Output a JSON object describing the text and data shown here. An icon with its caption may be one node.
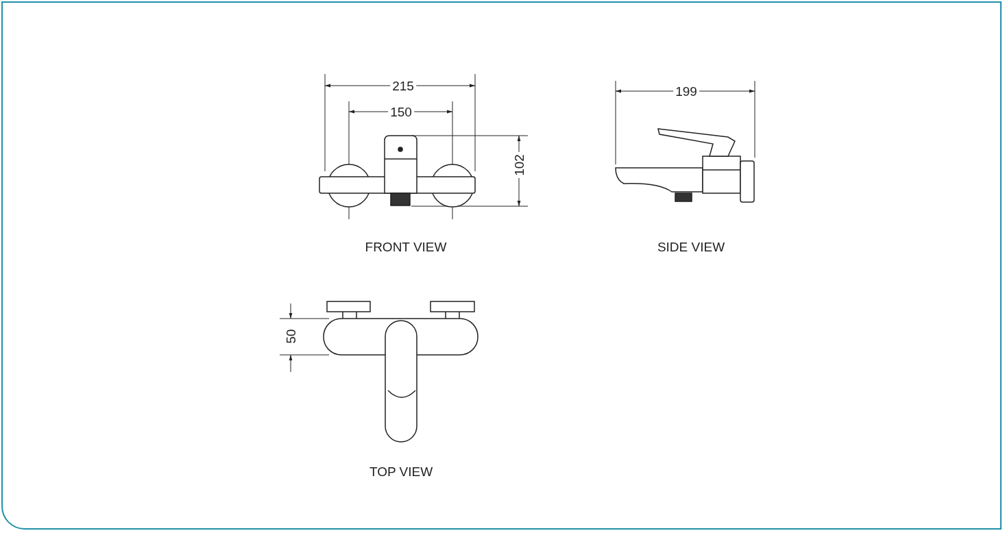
{
  "diagram": {
    "labels": [
      "215",
      "150",
      "102",
      "FRONT VIEW",
      "199",
      "SIDE VIEW",
      "50",
      "TOP VIEW"
    ]
  }
}
